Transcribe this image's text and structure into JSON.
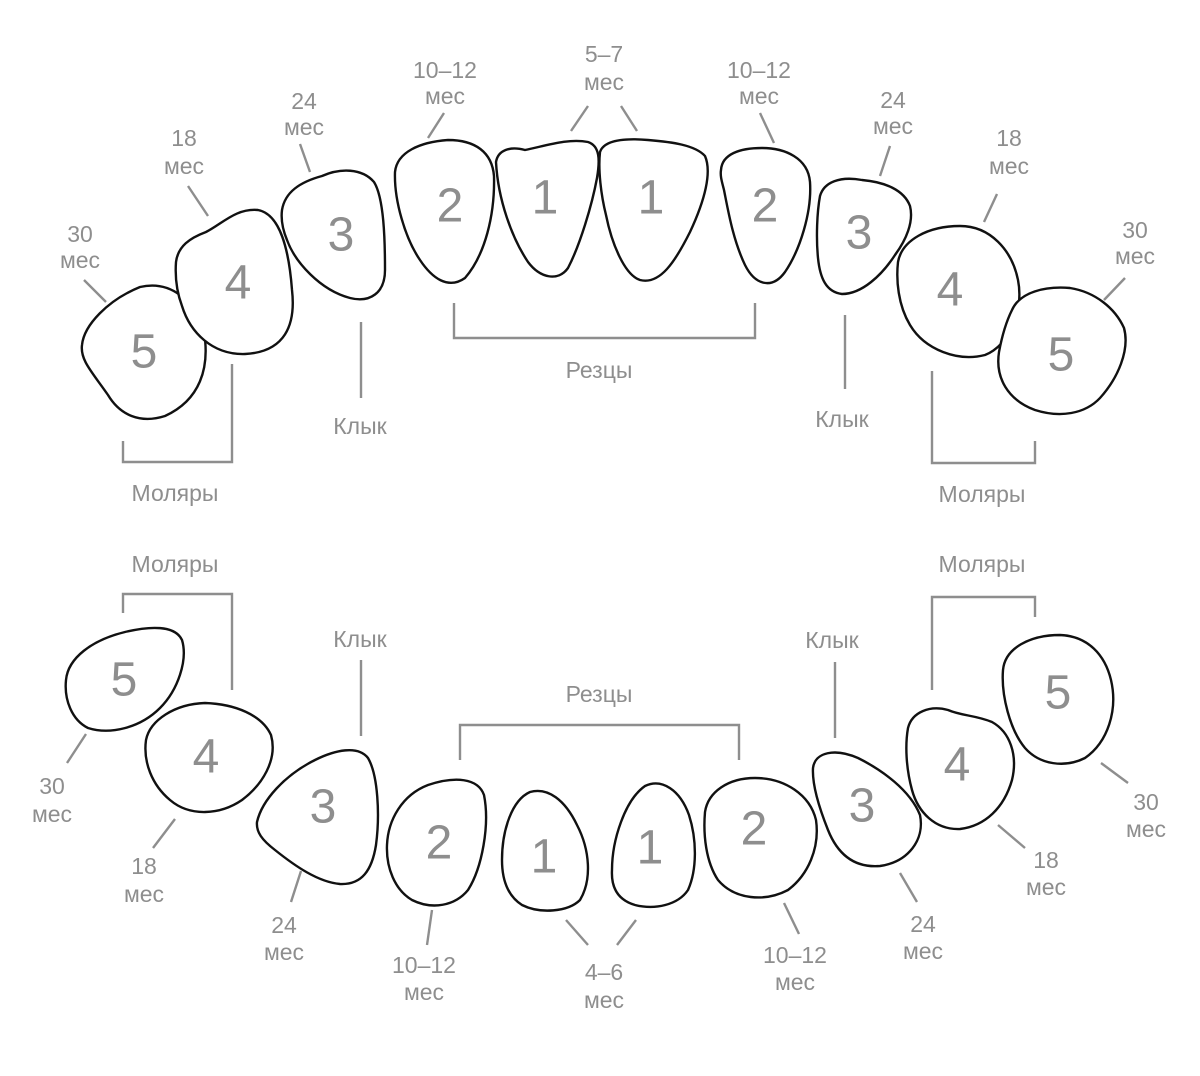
{
  "colors": {
    "outline": "#111111",
    "label": "#8e8e8e",
    "background": "#ffffff"
  },
  "upper": {
    "teeth": [
      "5",
      "4",
      "3",
      "2",
      "1",
      "1",
      "2",
      "3",
      "4",
      "5"
    ],
    "ages": [
      {
        "line1": "30",
        "line2": "мес"
      },
      {
        "line1": "18",
        "line2": "мес"
      },
      {
        "line1": "24",
        "line2": "мес"
      },
      {
        "line1": "10–12",
        "line2": "мес"
      },
      {
        "line1": "5–7",
        "line2": "мес"
      },
      {
        "line1": "10–12",
        "line2": "мес"
      },
      {
        "line1": "24",
        "line2": "мес"
      },
      {
        "line1": "18",
        "line2": "мес"
      },
      {
        "line1": "30",
        "line2": "мес"
      }
    ],
    "groups": {
      "molars_left": "Моляры",
      "canine_left": "Клык",
      "incisors": "Резцы",
      "canine_right": "Клык",
      "molars_right": "Моляры"
    }
  },
  "lower": {
    "teeth": [
      "5",
      "4",
      "3",
      "2",
      "1",
      "1",
      "2",
      "3",
      "4",
      "5"
    ],
    "ages": [
      {
        "line1": "30",
        "line2": "мес"
      },
      {
        "line1": "18",
        "line2": "мес"
      },
      {
        "line1": "24",
        "line2": "мес"
      },
      {
        "line1": "10–12",
        "line2": "мес"
      },
      {
        "line1": "4–6",
        "line2": "мес"
      },
      {
        "line1": "10–12",
        "line2": "мес"
      },
      {
        "line1": "24",
        "line2": "мес"
      },
      {
        "line1": "18",
        "line2": "мес"
      },
      {
        "line1": "30",
        "line2": "мес"
      }
    ],
    "groups": {
      "molars_left": "Моляры",
      "canine_left": "Клык",
      "incisors": "Резцы",
      "canine_right": "Клык",
      "molars_right": "Моляры"
    }
  }
}
